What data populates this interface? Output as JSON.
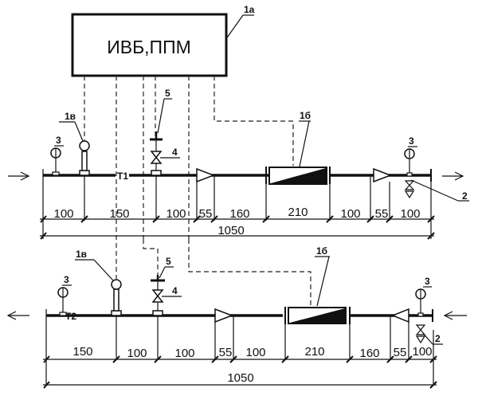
{
  "control_box": {
    "label": "ИВБ,ППМ",
    "tag": "1а"
  },
  "top_line": {
    "flow_direction": "right",
    "point_label": "Т1",
    "tags": {
      "gauge": "3",
      "sensor": "1в",
      "actuator": "5",
      "valve": "4",
      "meter": "1б",
      "gauge_right": "3",
      "drain_valve": "2"
    },
    "dims": [
      "100",
      "150",
      "100",
      "55",
      "160",
      "210",
      "100",
      "55",
      "100"
    ],
    "total": "1050"
  },
  "bottom_line": {
    "flow_direction": "left",
    "point_label": "Т2",
    "tags": {
      "gauge": "3",
      "sensor": "1в",
      "actuator": "5",
      "valve": "4",
      "meter": "1б",
      "gauge_right": "3",
      "drain_valve": "2"
    },
    "dims": [
      "150",
      "100",
      "100",
      "55",
      "100",
      "210",
      "160",
      "55",
      "100"
    ],
    "total": "1050"
  }
}
